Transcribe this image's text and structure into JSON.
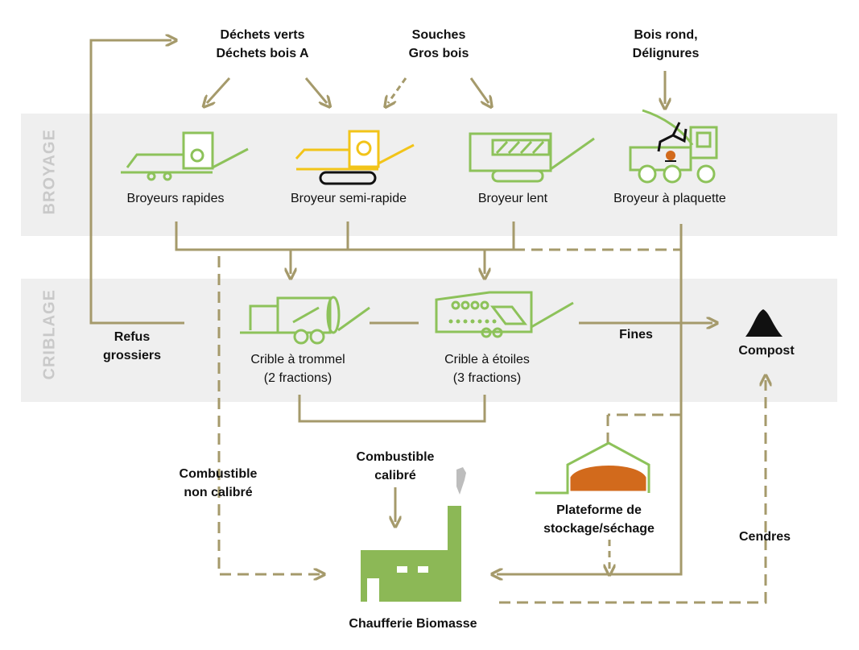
{
  "sections": {
    "broyage": "BROYAGE",
    "criblage": "CRIBLAGE"
  },
  "inputs": {
    "dechets_verts": "Déchets verts",
    "dechets_bois_a": "Déchets bois A",
    "souches": "Souches",
    "gros_bois": "Gros bois",
    "bois_rond": "Bois rond,",
    "delignures": "Délignures"
  },
  "machines": {
    "broyeurs_rapides": "Broyeurs rapides",
    "broyeur_semi_rapide": "Broyeur semi-rapide",
    "broyeur_lent": "Broyeur lent",
    "broyeur_plaquette": "Broyeur à plaquette",
    "crible_trommel": "Crible à trommel",
    "crible_trommel_sub": "(2 fractions)",
    "crible_etoiles": "Crible à étoiles",
    "crible_etoiles_sub": "(3 fractions)"
  },
  "flows": {
    "refus_1": "Refus",
    "refus_2": "grossiers",
    "fines": "Fines",
    "compost": "Compost",
    "comb_non_1": "Combustible",
    "comb_non_2": "non calibré",
    "comb_cal_1": "Combustible",
    "comb_cal_2": "calibré",
    "plateforme_1": "Plateforme de",
    "plateforme_2": "stockage/séchage",
    "cendres": "Cendres",
    "chaufferie": "Chaufferie Biomasse"
  },
  "colors": {
    "flow_line": "#a59a6b",
    "machine_green": "#8dc25a",
    "machine_yellow": "#f2c419",
    "building_green": "#8cb856",
    "dome_orange": "#d26a1c",
    "band_gray": "#efefef",
    "label_gray": "#c9c9c9",
    "smoke_gray": "#bdbdbd"
  }
}
